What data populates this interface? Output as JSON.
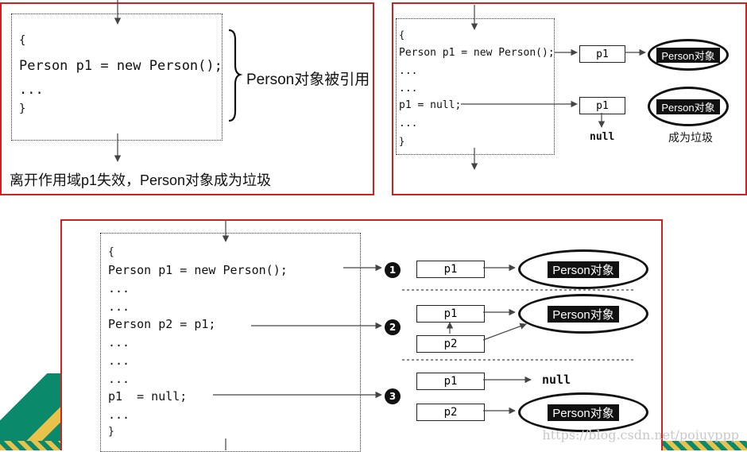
{
  "panel1": {
    "code": [
      "{",
      "Person p1 = new Person();",
      "...",
      "}"
    ],
    "brace_note": "Person对象被引用",
    "footer": "离开作用域p1失效，Person对象成为垃圾"
  },
  "panel2": {
    "code": [
      "{",
      "Person p1 = new Person();",
      "...",
      "...",
      "p1 = null;",
      "...",
      "}"
    ],
    "ref_top": "p1",
    "obj_top": "Person对象",
    "ref_bottom": "p1",
    "null_label": "null",
    "obj_bottom": "Person对象",
    "garbage_label": "成为垃圾"
  },
  "panel3": {
    "code": [
      "{",
      "Person p1 = new Person();",
      "...",
      "...",
      "Person p2 = p1;",
      "...",
      "...",
      "...",
      "p1  = null;",
      "...",
      "}"
    ],
    "step1": {
      "badge": "1",
      "ref": "p1",
      "obj": "Person对象"
    },
    "step2": {
      "badge": "2",
      "ref1": "p1",
      "ref2": "p2",
      "obj": "Person对象"
    },
    "step3": {
      "badge": "3",
      "ref1": "p1",
      "null_label": "null",
      "ref2": "p2",
      "obj": "Person对象"
    }
  },
  "watermark": "https://blog.csdn.net/poiuyppp",
  "colors": {
    "panel_border": "#d0201f",
    "ink": "#111111",
    "decor_green": "#0a8a6a",
    "decor_yellow": "#e8c24a"
  }
}
